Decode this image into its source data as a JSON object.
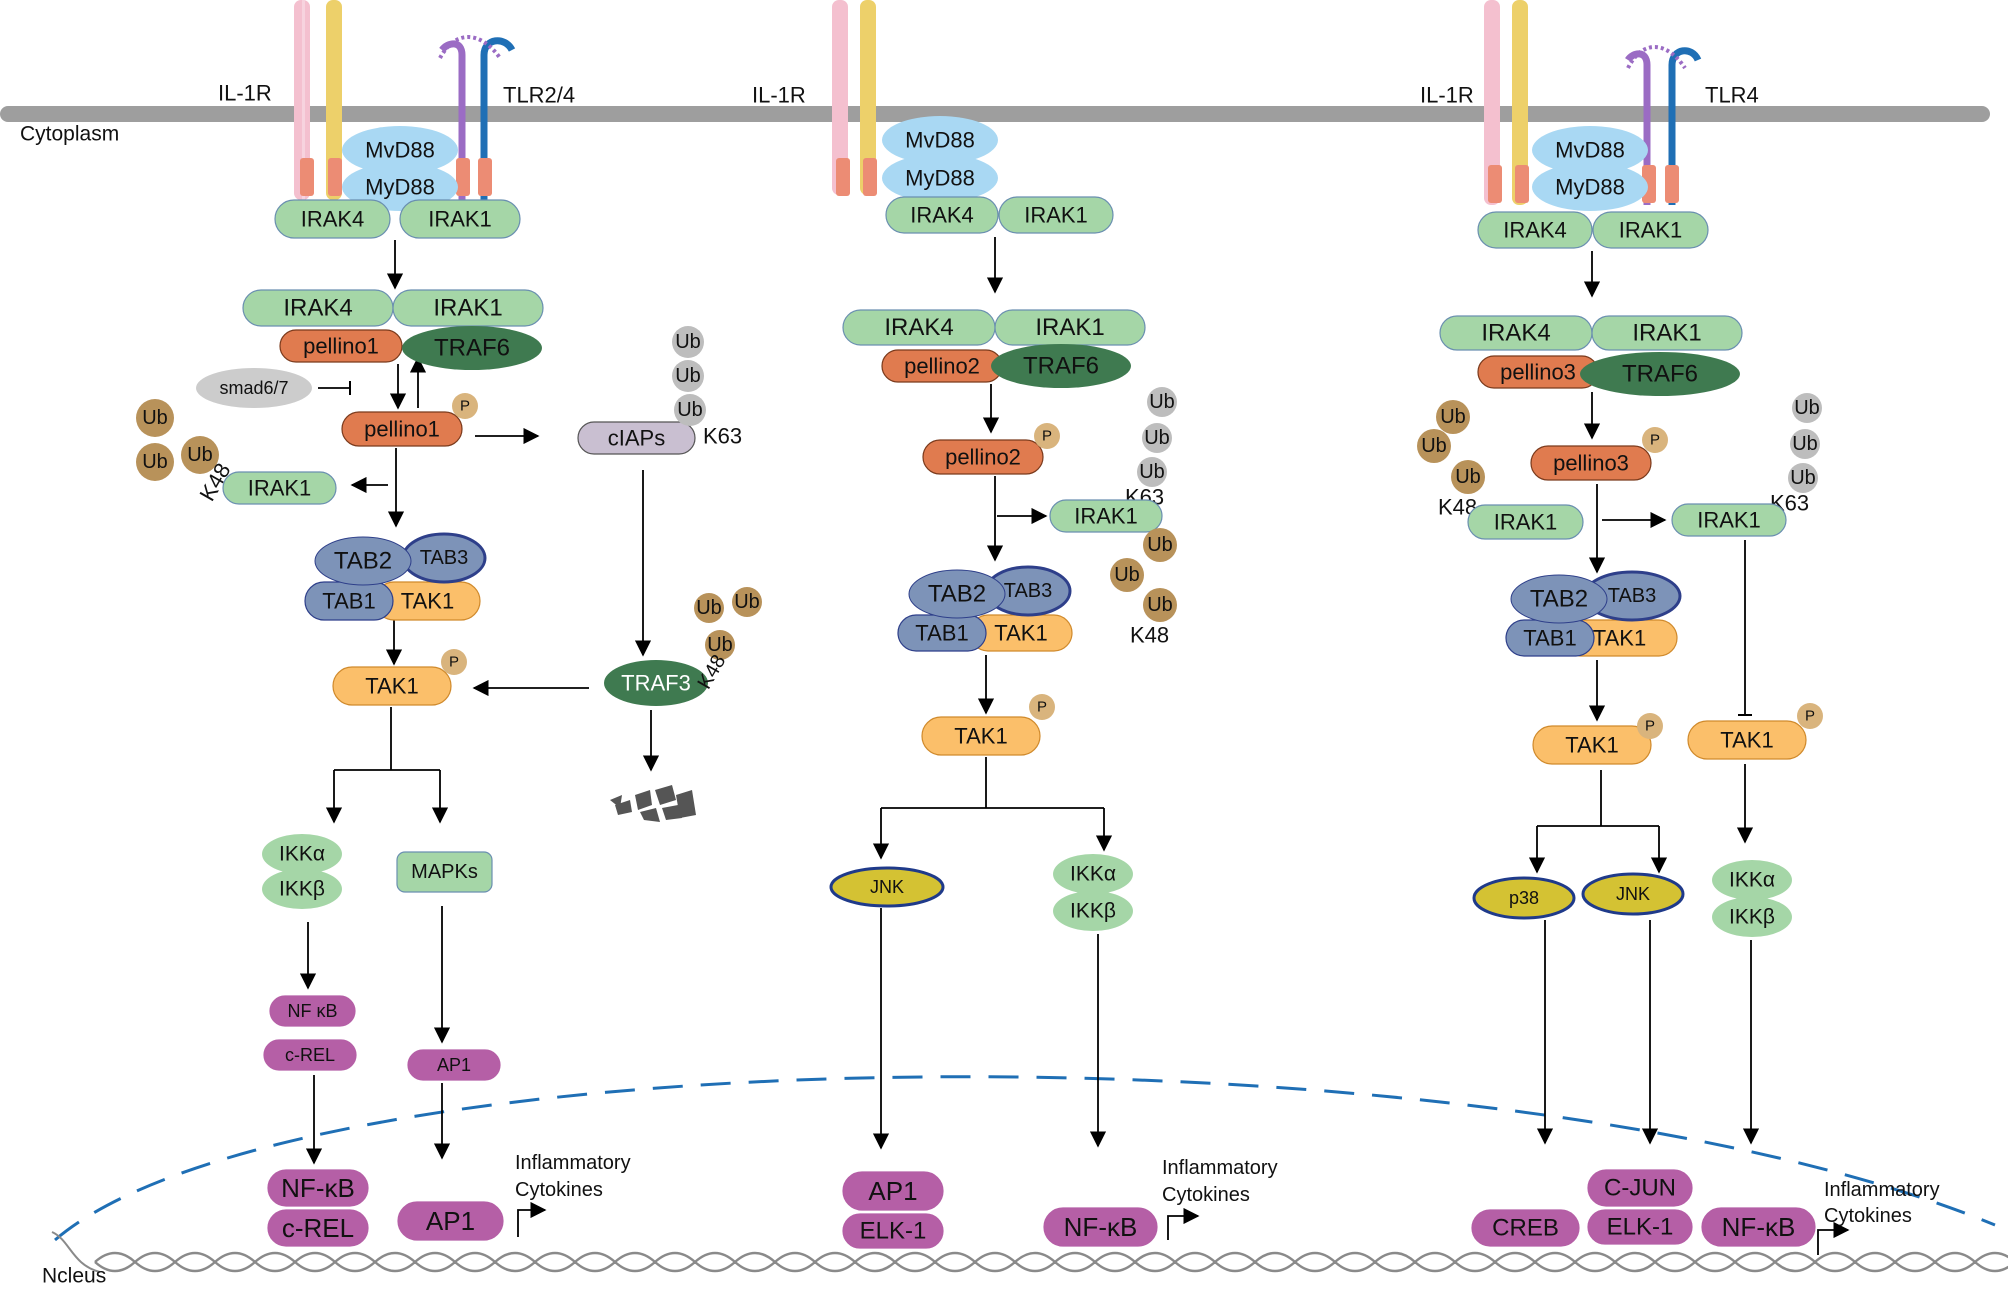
{
  "labels": {
    "cytoplasm": "Cytoplasm",
    "nucleus": "Ncleus",
    "il1r": "IL-1R",
    "tlr24": "TLR2/4",
    "tlr4": "TLR4",
    "myd88": "MvD88",
    "myd88_b": "MyD88",
    "irak4": "IRAK4",
    "irak1": "IRAK1",
    "pellino1": "pellino1",
    "pellino2": "pellino2",
    "pellino3": "pellino3",
    "traf6": "TRAF6",
    "traf3": "TRAF3",
    "smad67": "smad6/7",
    "ciaps": "cIAPs",
    "tab1": "TAB1",
    "tab2": "TAB2",
    "tab3": "TAB3",
    "tak1": "TAK1",
    "ikka": "IKKα",
    "ikkb": "IKKβ",
    "mapks": "MAPKs",
    "jnk": "JNK",
    "p38": "p38",
    "nfkb_small": "NF κB",
    "crel_small": "c-REL",
    "ap1_small": "AP1",
    "nfkb": "NF-κB",
    "crel": "c-REL",
    "ap1": "AP1",
    "elk1": "ELK-1",
    "cjun": "C-JUN",
    "creb": "CREB",
    "ub": "Ub",
    "k48": "K48",
    "k63": "K63",
    "p": "P",
    "inflammatory": "Inflammatory",
    "cytokines": "Cytokines"
  },
  "colors": {
    "membrane": "#9e9e9e",
    "myd88": "#a9d8f3",
    "irak": "#a5d6a7",
    "pellino": "#e07b4f",
    "traf": "#3f7a50",
    "tab": "#7d93b8",
    "tak1": "#fbbf6a",
    "ikk": "#a5d6a7",
    "kinase": "#d4c233",
    "nuclear_tf": "#b55fa6",
    "ub_brown": "#b8925a",
    "ub_gray": "#bdbdbd",
    "nuclear_envelope": "#1f6fb5",
    "smad": "#cccccc",
    "ciaps": "#c9bfd1"
  }
}
